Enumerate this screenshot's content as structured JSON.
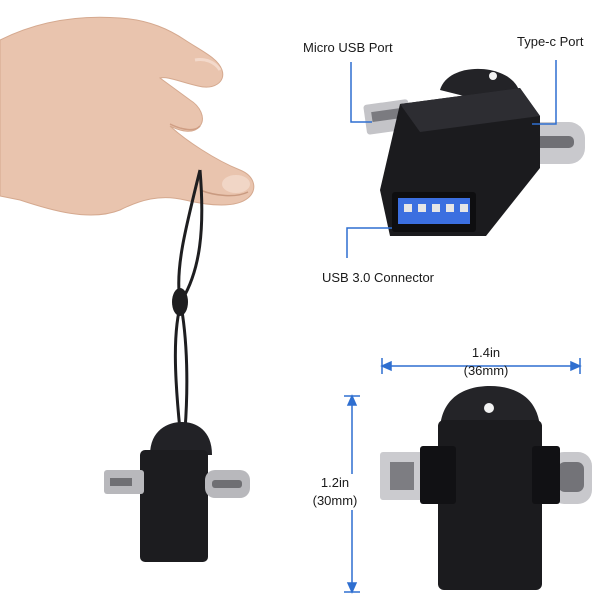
{
  "callouts": {
    "micro_usb": "Micro USB Port",
    "type_c": "Type-c Port",
    "usb3": "USB 3.0 Connector"
  },
  "dimensions": {
    "width_in": "1.4in",
    "width_mm": "(36mm)",
    "height_in": "1.2in",
    "height_mm": "(30mm)"
  },
  "colors": {
    "accent_line": "#2f6fd0",
    "body": "#1c1c1f",
    "usb_blue": "#3b6fe0"
  }
}
